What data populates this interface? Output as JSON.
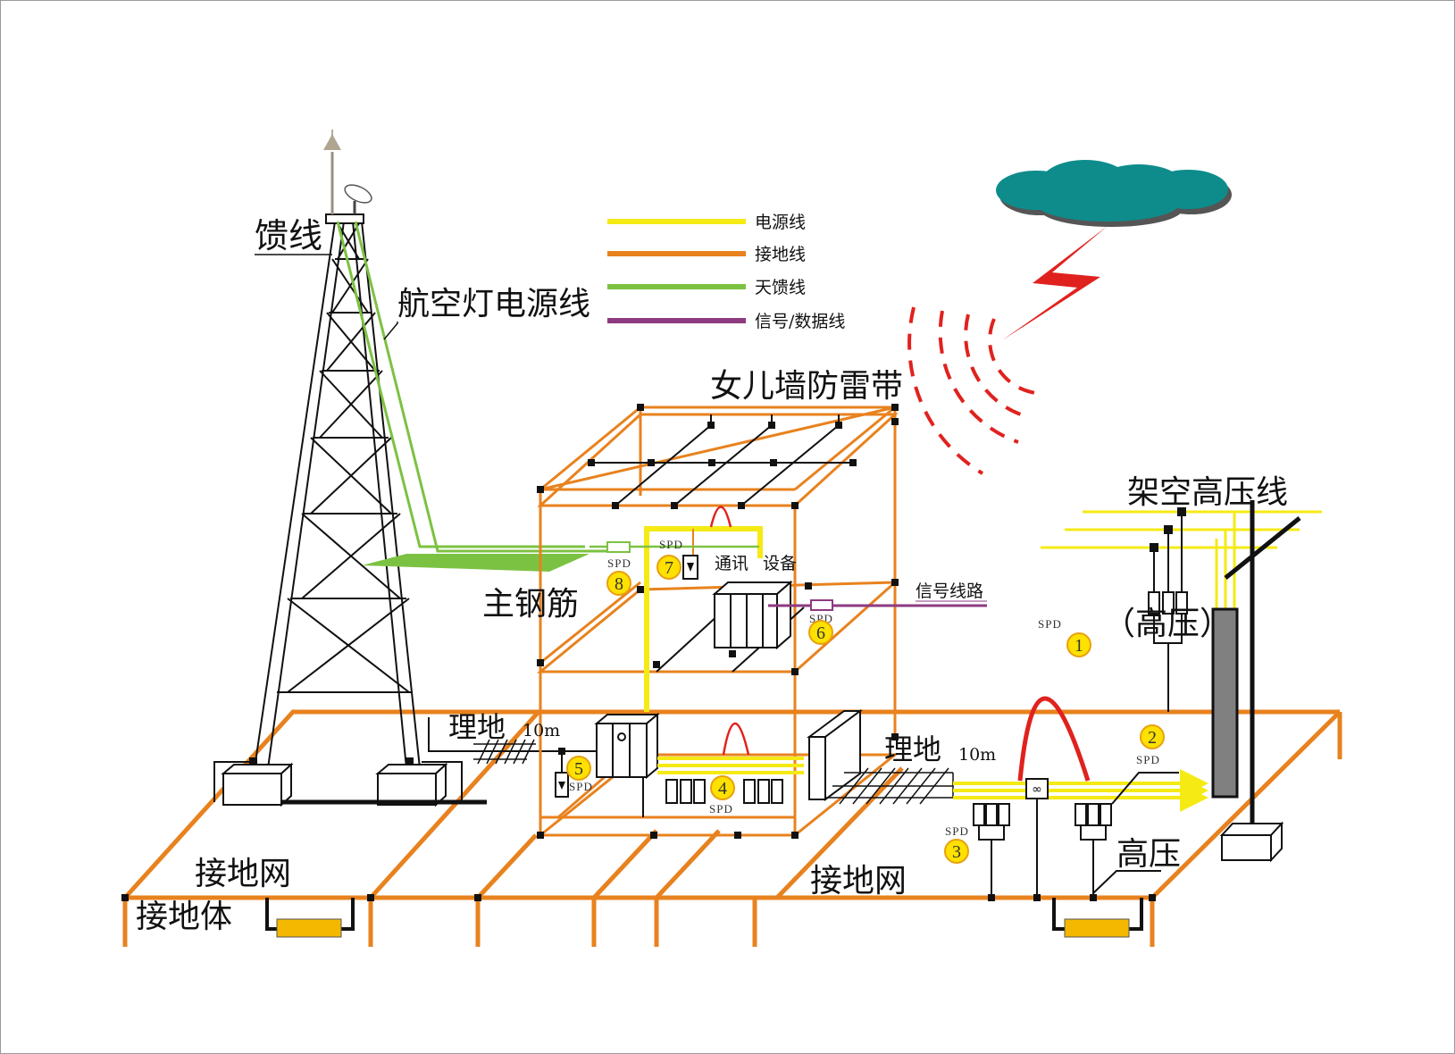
{
  "title": "通信基站/机房综合防雷接地示意图",
  "legend": [
    {
      "label": "电源线",
      "color": "#f5ea14"
    },
    {
      "label": "接地线",
      "color": "#e8821e"
    },
    {
      "label": "天馈线",
      "color": "#7cc242"
    },
    {
      "label": "信号/数据线",
      "color": "#8e3a80"
    }
  ],
  "labels": {
    "feeder": "馈线",
    "aviation_light_power": "航空灯电源线",
    "parapet_lightning_belt": "女儿墙防雷带",
    "main_rebar": "主钢筋",
    "comm_equipment_a": "通讯",
    "comm_equipment_b": "设备",
    "signal_line": "信号线路",
    "overhead_hv_line": "架空高压线",
    "hv_paren": "（高压）",
    "buried_left": "理地",
    "buried_right": "理地",
    "distance_left": "10m",
    "distance_right": "10m",
    "grounding_grid_left": "接地网",
    "grounding_grid_right": "接地网",
    "ground_electrode": "接地体",
    "high_voltage": "高压"
  },
  "spd": [
    {
      "number": "1",
      "label": "SPD"
    },
    {
      "number": "2",
      "label": "SPD"
    },
    {
      "number": "3",
      "label": "SPD"
    },
    {
      "number": "4",
      "label": "SPD"
    },
    {
      "number": "5",
      "label": "SPD"
    },
    {
      "number": "6",
      "label": "SPD"
    },
    {
      "number": "7",
      "label": "SPD"
    },
    {
      "number": "8",
      "label": "SPD"
    }
  ],
  "colors": {
    "power": "#f5ea14",
    "ground": "#e8821e",
    "antenna": "#7cc242",
    "signal": "#8e3a80",
    "lightning": "#e0221e",
    "cloud": "#0e8c8c",
    "badge": "#ffe100",
    "electrode": "#f5b800"
  }
}
